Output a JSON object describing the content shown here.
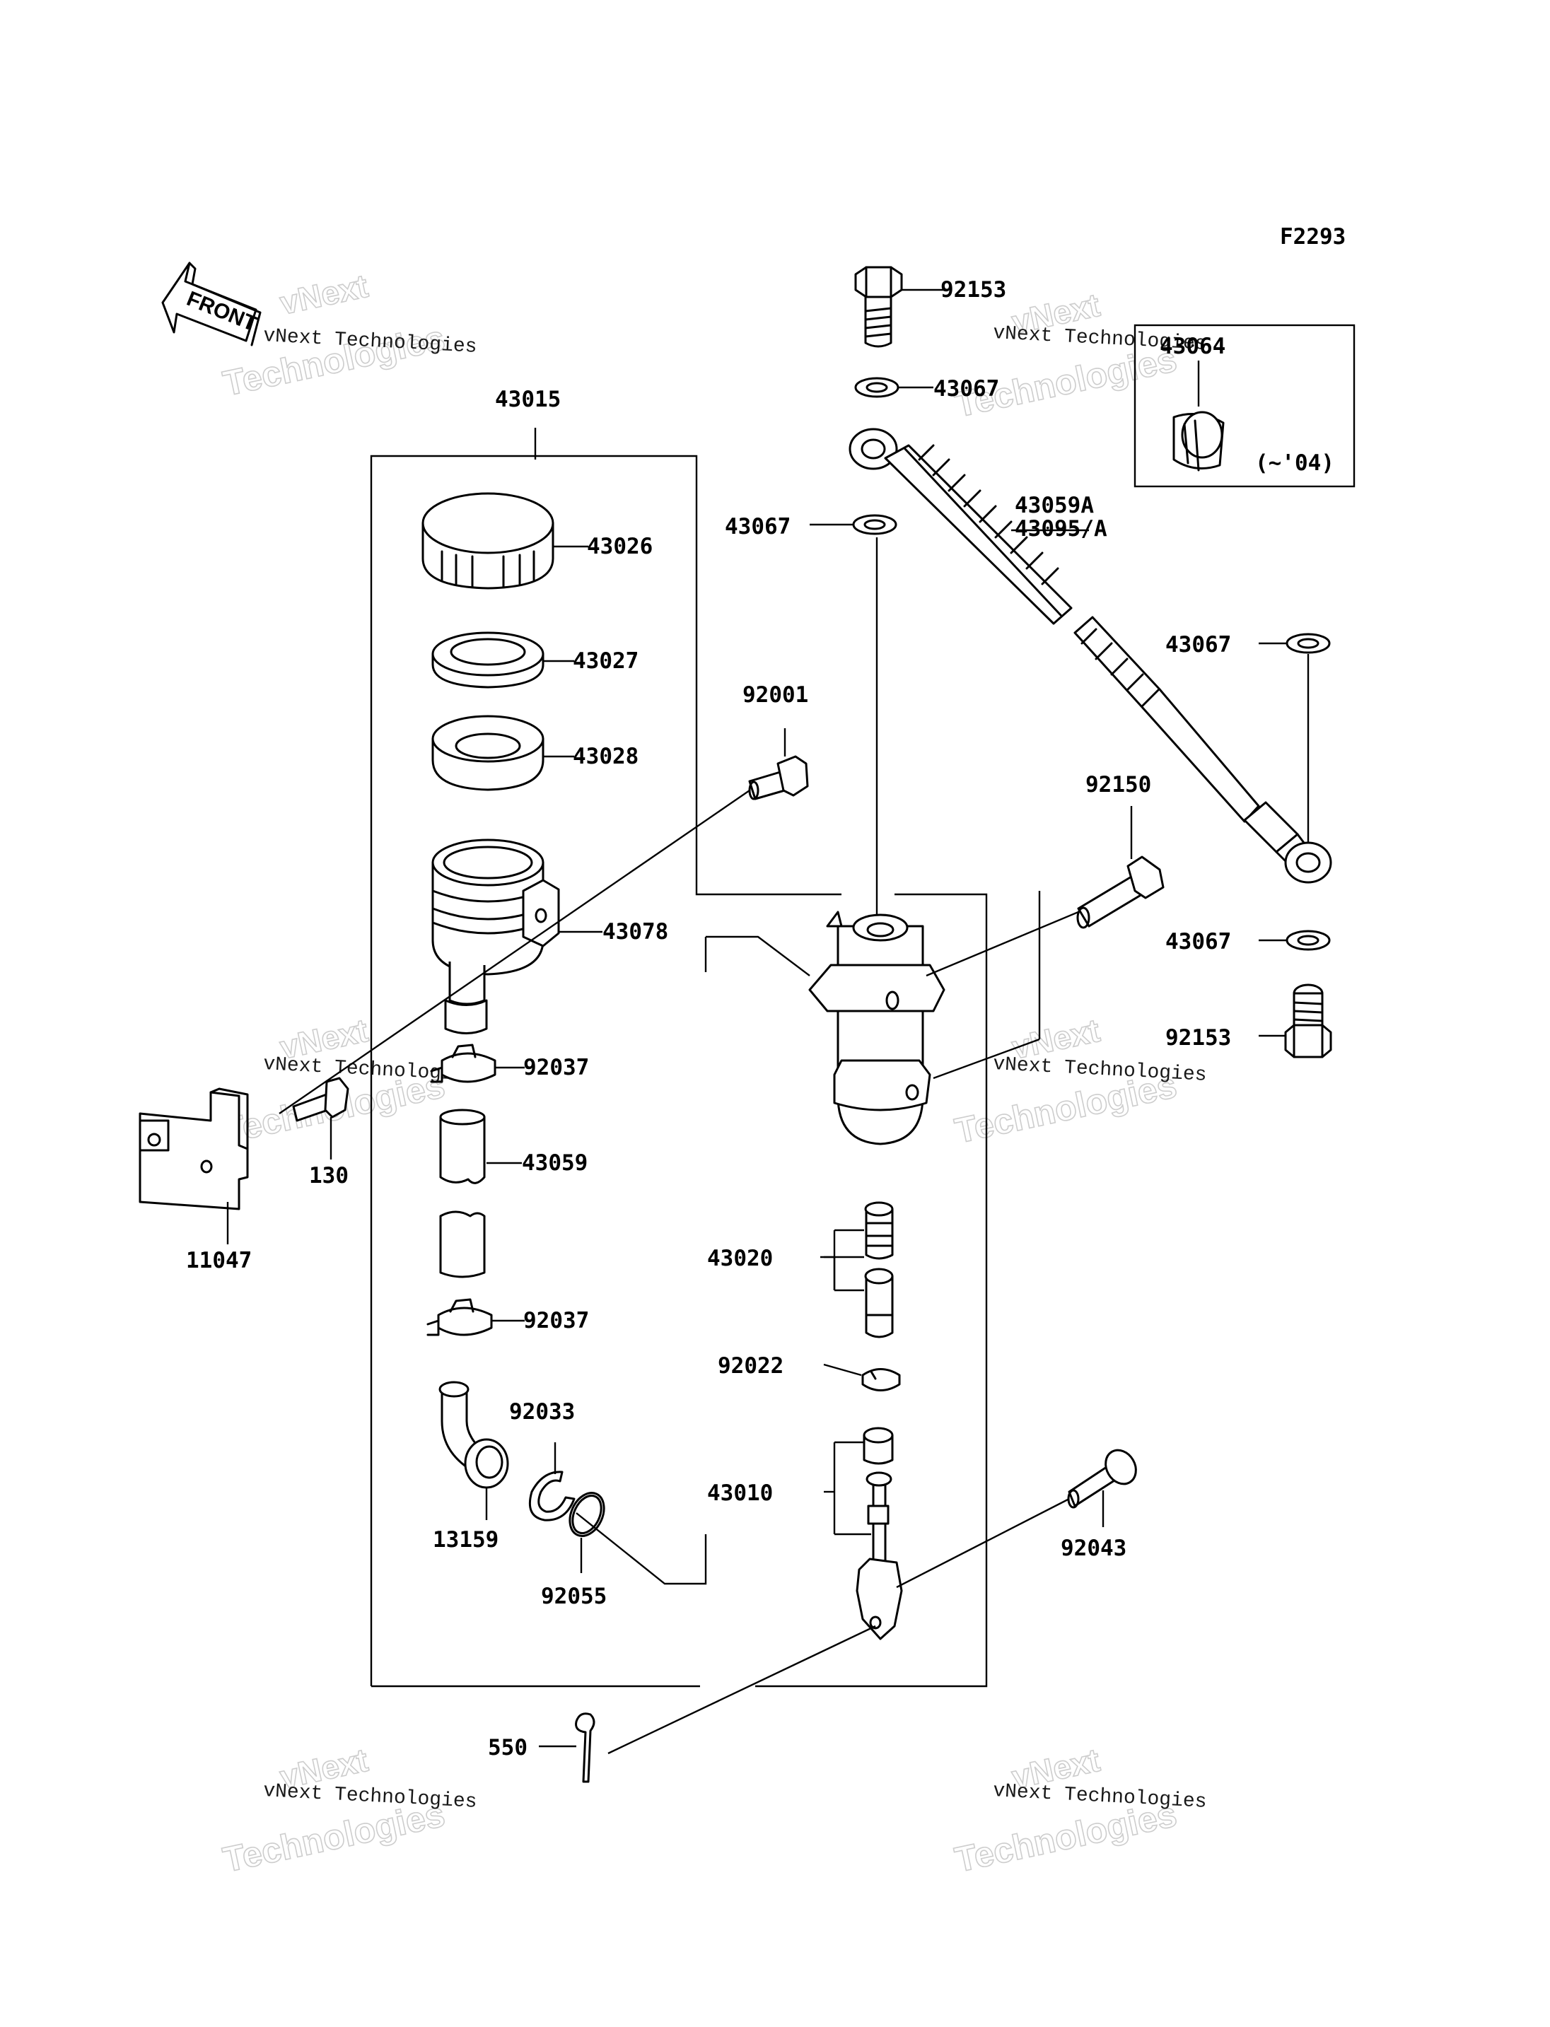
{
  "figure_code": "F2293",
  "front_arrow_text": "FRONT",
  "watermark": {
    "brand": "vNext",
    "brand_line2": "Technologies",
    "caption": "vNext Technologies"
  },
  "inset_note": "(~'04)",
  "labels": {
    "p43015": "43015",
    "p43026": "43026",
    "p43027": "43027",
    "p43028": "43028",
    "p92001": "92001",
    "p43078": "43078",
    "p92037a": "92037",
    "p43059": "43059",
    "p92037b": "92037",
    "p92033": "92033",
    "p13159": "13159",
    "p92055": "92055",
    "p130": "130",
    "p11047": "11047",
    "p550": "550",
    "p92153a": "92153",
    "p43067a": "43067",
    "p43064": "43064",
    "p43067b": "43067",
    "p43059A": "43059A",
    "p43095A": "43095/A",
    "p43067c": "43067",
    "p92150": "92150",
    "p43067d": "43067",
    "p92153b": "92153",
    "p43020": "43020",
    "p92022": "92022",
    "p43010": "43010",
    "p92043": "92043"
  }
}
